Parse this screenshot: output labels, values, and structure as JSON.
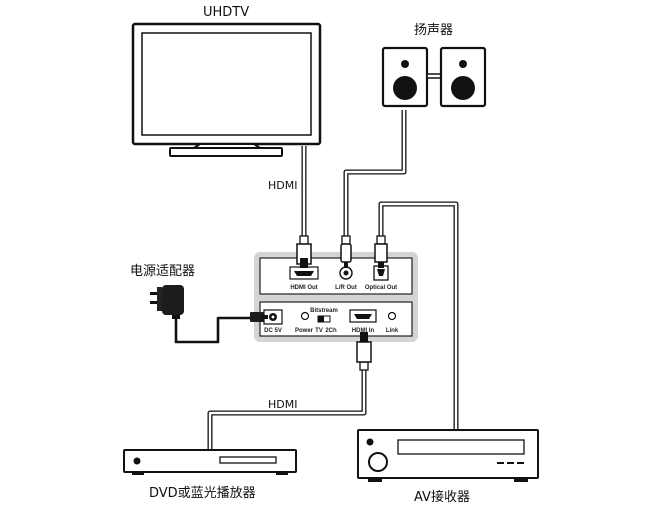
{
  "labels": {
    "tv": "UHDTV",
    "speakers": "扬声器",
    "power_adapter": "电源适配器",
    "hdmi_top": "HDMI",
    "hdmi_bottom": "HDMI",
    "dvd_player": "DVD或蓝光播放器",
    "av_receiver": "AV接收器"
  },
  "ports": {
    "hdmi_out": "HDMI Out",
    "lr_out": "L/R Out",
    "optical_out": "Optical Out",
    "dc_5v": "DC 5V",
    "power": "Power",
    "bitstream": "Bitstream",
    "tv": "TV",
    "two_ch": "2Ch",
    "hdmi_in": "HDMI In",
    "link": "Link"
  }
}
